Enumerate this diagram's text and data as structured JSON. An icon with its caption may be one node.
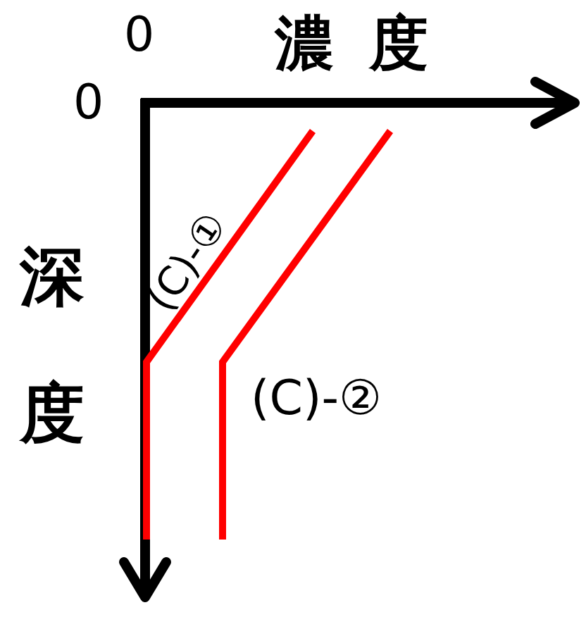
{
  "diagram": {
    "labels": [
      "0",
      "濃度",
      "0",
      "深度",
      "(C)-①",
      "(C)-②"
    ]
  }
}
